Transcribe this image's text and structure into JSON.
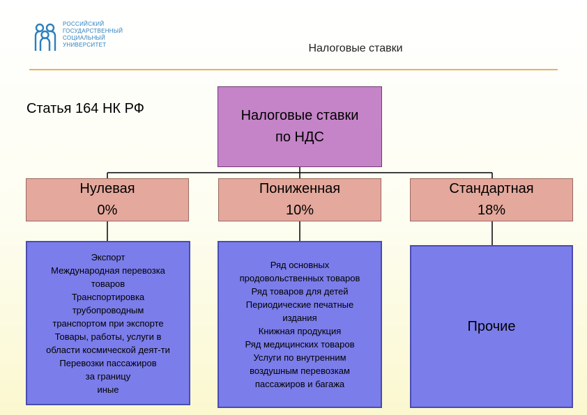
{
  "logo": {
    "lines": [
      "Российский",
      "государственный",
      "социальный",
      "университет"
    ]
  },
  "header": {
    "title": "Налоговые ставки"
  },
  "article": "Статья 164 НК РФ",
  "root": {
    "line1": "Налоговые ставки",
    "line2": "по НДС"
  },
  "categories": [
    {
      "name": "Нулевая",
      "rate": "0%"
    },
    {
      "name": "Пониженная",
      "rate": "10%"
    },
    {
      "name": "Стандартная",
      "rate": "18%"
    }
  ],
  "details": [
    {
      "items": [
        "Экспорт",
        "Международная перевозка",
        "товаров",
        "Транспортировка",
        "трубопроводным",
        "транспортом при экспорте",
        "Товары, работы, услуги в",
        "области  космической деят-ти",
        "Перевозки пассажиров",
        "за границу",
        "иные"
      ]
    },
    {
      "items": [
        "Ряд основных",
        "продовольственных  товаров",
        "Ряд товаров для детей",
        "Периодические печатные",
        "издания",
        "Книжная продукция",
        "Ряд медицинских товаров",
        "Услуги по внутренним",
        "воздушным перевозкам",
        "пассажиров и багажа"
      ]
    },
    {
      "items": [
        "Прочие"
      ]
    }
  ],
  "colors": {
    "root_fill": "#c584c8",
    "category_fill": "#e4a89c",
    "detail_fill": "#7b7dea",
    "rule": "#e8b060",
    "logo": "#2a7fbf"
  },
  "icons": {
    "logo": "people-group-logo-icon"
  }
}
